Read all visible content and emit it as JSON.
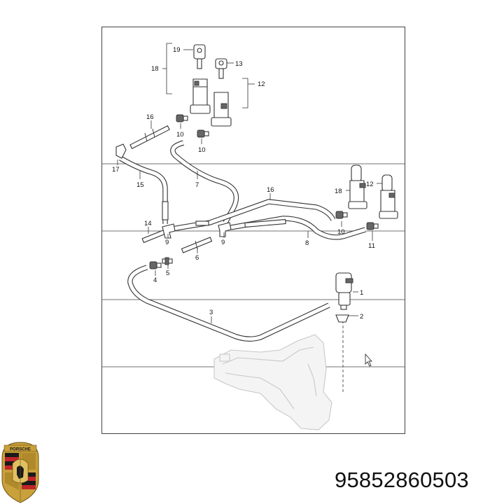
{
  "diagram": {
    "callouts": [
      "19",
      "18",
      "13",
      "12",
      "16",
      "10",
      "10",
      "17",
      "15",
      "7",
      "16",
      "18",
      "12",
      "14",
      "9",
      "9",
      "10",
      "8",
      "11",
      "6",
      "5",
      "4",
      "1",
      "3",
      "2"
    ]
  },
  "logo": {
    "name": "porsche-crest",
    "text": "PORSCHE",
    "colors": {
      "gold": "#c9a13a",
      "red": "#c0252b",
      "black": "#1a1a1a"
    }
  },
  "part_number": "95852860503"
}
